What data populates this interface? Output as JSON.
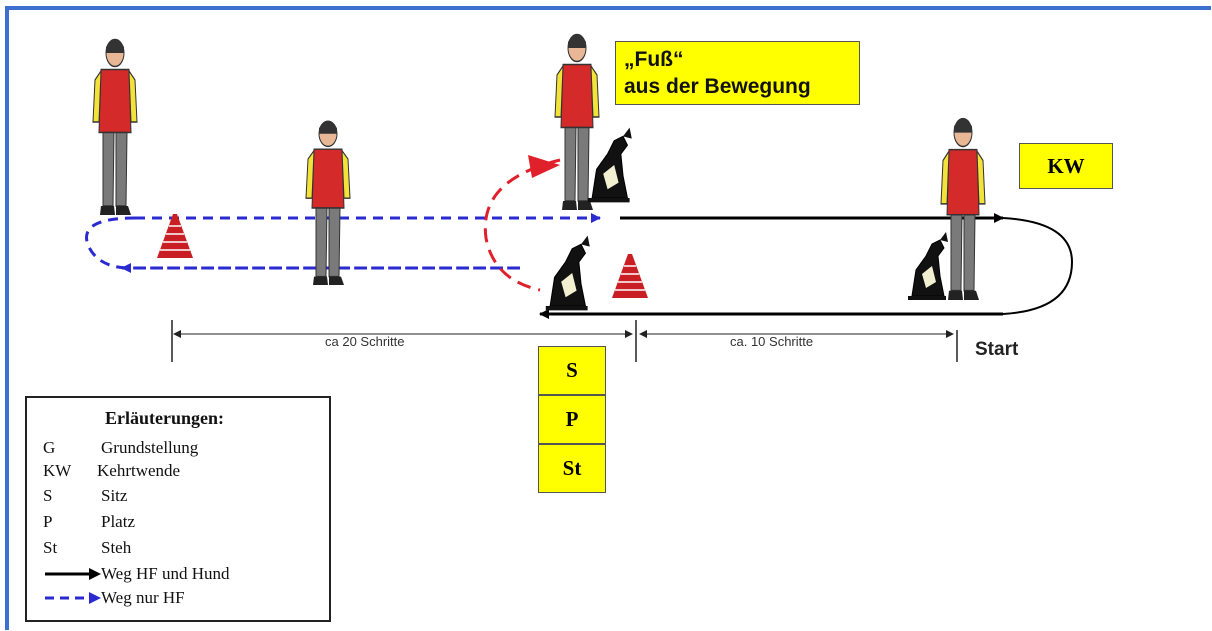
{
  "callouts": {
    "fuss": [
      "„Fuß“",
      "aus der Bewegung"
    ],
    "kw": "KW"
  },
  "commands": [
    "S",
    "P",
    "St"
  ],
  "distances": {
    "left": "ca 20 Schritte",
    "right": "ca. 10 Schritte"
  },
  "start": "Start",
  "legend": {
    "title": "Erläuterungen:",
    "entries": [
      {
        "key": "G",
        "value": "Grundstellung"
      },
      {
        "key": "KW",
        "value": "Kehrtwende"
      },
      {
        "key": "S",
        "value": "Sitz"
      },
      {
        "key": "P",
        "value": "Platz"
      },
      {
        "key": "St",
        "value": "Steh"
      }
    ],
    "lines": [
      {
        "style": "solid",
        "color": "#000000",
        "label": "Weg HF und Hund"
      },
      {
        "style": "dashed",
        "color": "#2a2ad0",
        "label": "Weg nur HF"
      }
    ]
  },
  "colors": {
    "frame": "#3d6fd0",
    "callout": "#ffff00",
    "dashed_path": "#2a2ad0",
    "turn_arc": "#e0202a",
    "cone": "#c81e24",
    "vest": "#d42a2a",
    "sleeve": "#f2e23a"
  }
}
